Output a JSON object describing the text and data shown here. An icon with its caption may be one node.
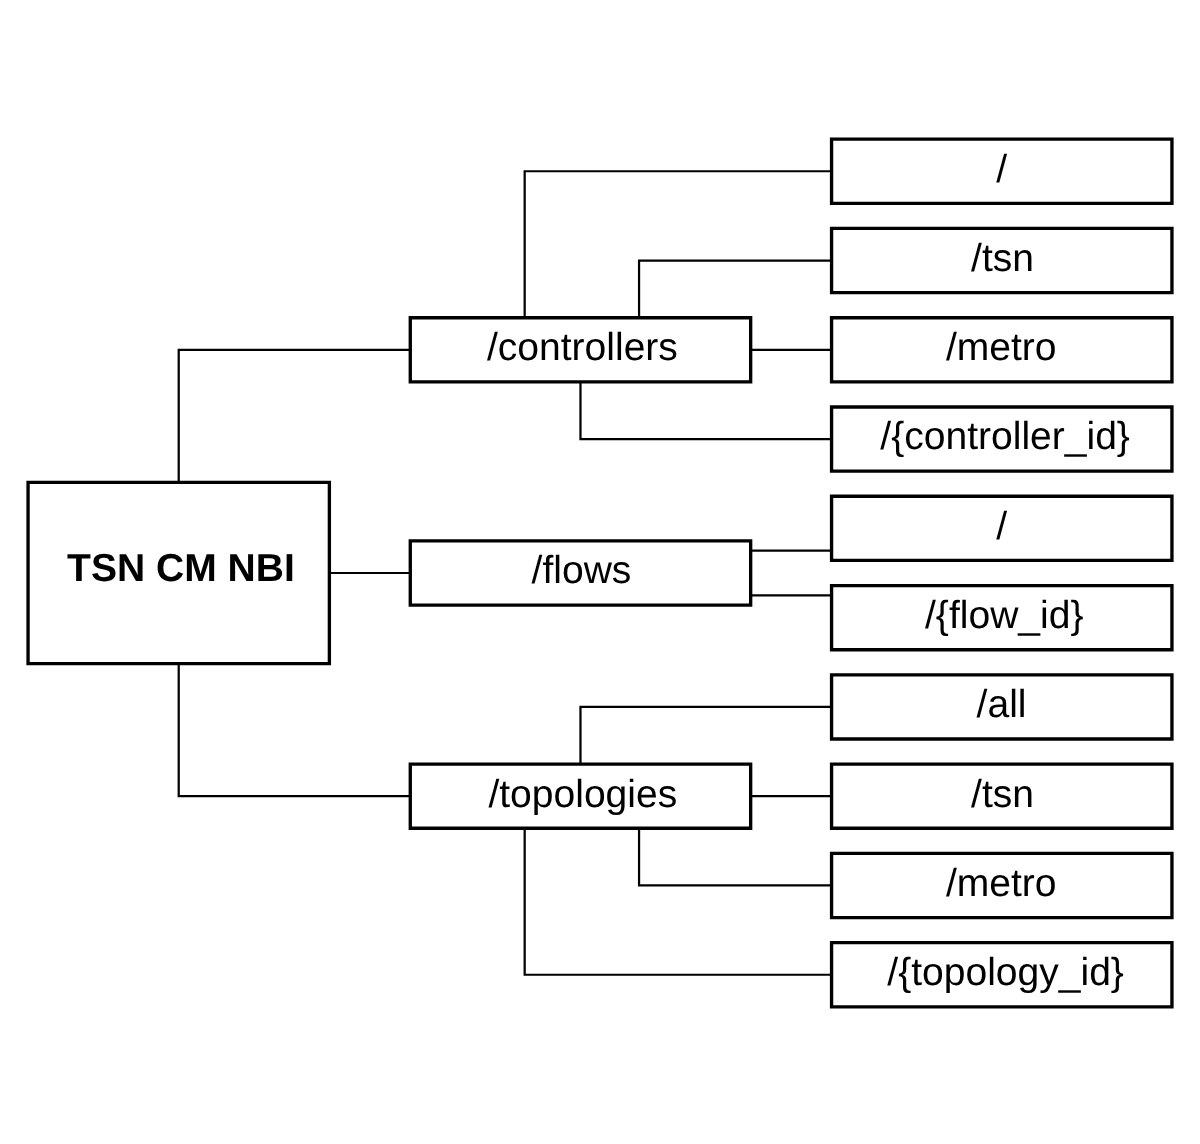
{
  "diagram": {
    "nodes": [
      {
        "text": [
          "TSN CM NBI"
        ]
      },
      {
        "text": [
          "/controllers"
        ]
      },
      {
        "text": [
          "/flows"
        ]
      },
      {
        "text": [
          "/topologies"
        ]
      },
      {
        "text": [
          "/"
        ]
      },
      {
        "text": [
          "/tsn"
        ]
      },
      {
        "text": [
          "/metro"
        ]
      },
      {
        "text": [
          "/{controller_id}"
        ]
      },
      {
        "text": [
          "/"
        ]
      },
      {
        "text": [
          "/{flow_id}"
        ]
      },
      {
        "text": [
          "/all"
        ]
      },
      {
        "text": [
          "/tsn"
        ]
      },
      {
        "text": [
          "/metro"
        ]
      },
      {
        "text": [
          "/{topology_id}"
        ]
      }
    ],
    "edges": [
      {
        "from": 0,
        "to": 1,
        "arrow": "none"
      },
      {
        "from": 0,
        "to": 2,
        "arrow": "none"
      },
      {
        "from": 0,
        "to": 3,
        "arrow": "none"
      },
      {
        "from": 1,
        "to": 4,
        "arrow": "none"
      },
      {
        "from": 1,
        "to": 5,
        "arrow": "none"
      },
      {
        "from": 1,
        "to": 6,
        "arrow": "none"
      },
      {
        "from": 1,
        "to": 7,
        "arrow": "none"
      },
      {
        "from": 2,
        "to": 8,
        "arrow": "none"
      },
      {
        "from": 2,
        "to": 9,
        "arrow": "none"
      },
      {
        "from": 3,
        "to": 10,
        "arrow": "none"
      },
      {
        "from": 3,
        "to": 11,
        "arrow": "none"
      },
      {
        "from": 3,
        "to": 12,
        "arrow": "none"
      },
      {
        "from": 3,
        "to": 13,
        "arrow": "none"
      }
    ]
  }
}
